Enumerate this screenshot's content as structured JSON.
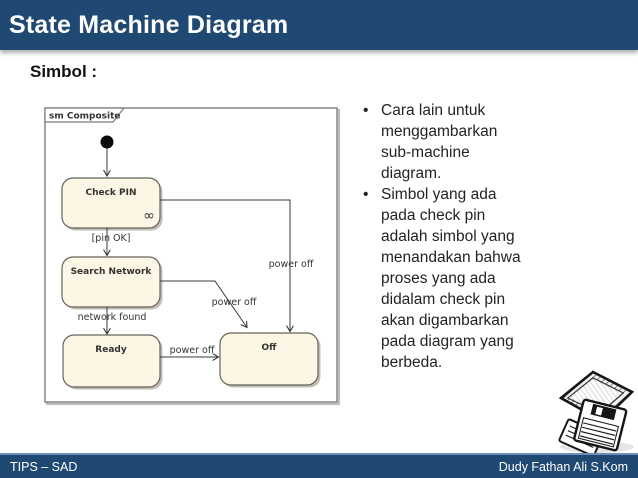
{
  "header": {
    "title": "State Machine Diagram"
  },
  "section": {
    "heading": "Simbol :"
  },
  "diagram": {
    "frame_label": "sm Composite",
    "states": {
      "check_pin": "Check PIN",
      "search_network": "Search Network",
      "ready": "Ready",
      "off": "Off"
    },
    "submachine_symbol": "∞",
    "transitions": {
      "pin_ok": "[pin OK]",
      "network_found": "network found",
      "power_off": "power off"
    }
  },
  "bullets": {
    "items": [
      "Cara lain untuk menggambarkan sub-machine diagram.",
      "Simbol yang ada pada check pin adalah simbol yang menandakan bahwa proses yang ada didalam check pin akan digambarkan pada diagram yang berbeda."
    ]
  },
  "footer": {
    "left": "TIPS – SAD",
    "right": "Dudy Fathan Ali S.Kom"
  },
  "colors": {
    "bar_blue": "#1F4973",
    "footer_accent": "#6A8FB8",
    "state_fill": "#FCF6E4",
    "state_border": "#66645C",
    "frame_border": "#7D7D7D",
    "body_text": "#232323"
  }
}
